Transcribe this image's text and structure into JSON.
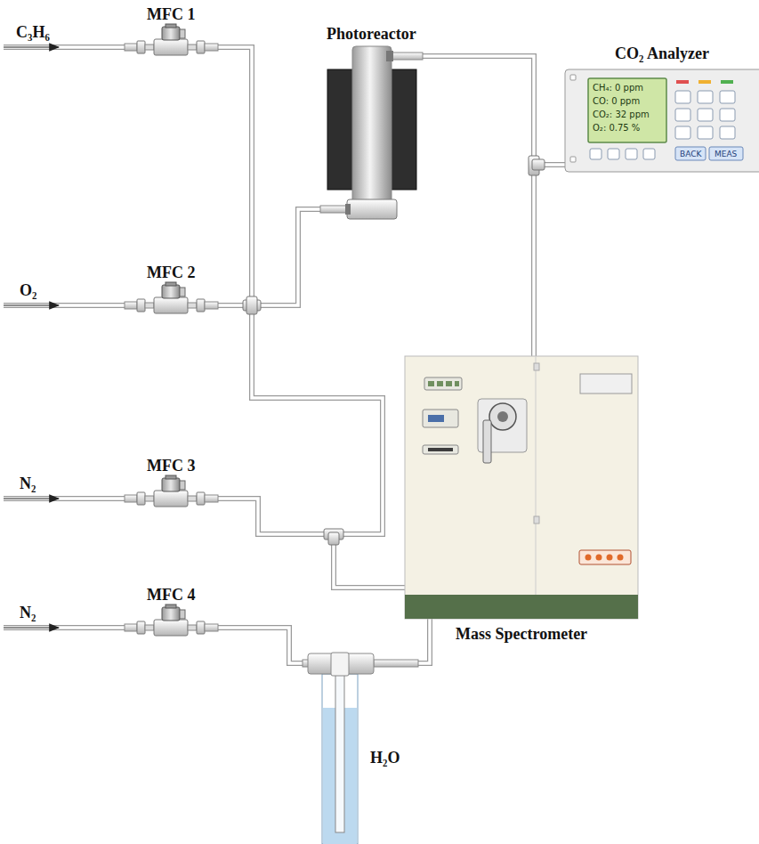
{
  "diagram": {
    "nodes": [
      {
        "text": [
          "MFC 1"
        ]
      },
      {
        "text": [
          "Photoreactor"
        ]
      },
      {
        "text": [
          "CO₂ Analyzer"
        ]
      },
      {
        "text": [
          "MFC 2"
        ]
      },
      {
        "text": [
          "Mass Spectrometer"
        ]
      },
      {
        "text": [
          "MFC 3"
        ]
      },
      {
        "text": [
          "MFC 4"
        ]
      },
      {
        "text": [
          "H₂O"
        ]
      }
    ],
    "edges": [
      {
        "from": 0,
        "to": 1,
        "arrow": "none"
      },
      {
        "from": 3,
        "to": 1,
        "arrow": "none"
      },
      {
        "from": 5,
        "to": 1,
        "arrow": "none"
      },
      {
        "from": 6,
        "to": 7,
        "arrow": "none"
      },
      {
        "from": 7,
        "to": 1,
        "arrow": "none"
      },
      {
        "from": 1,
        "to": 2,
        "arrow": "none"
      },
      {
        "from": 1,
        "to": 4,
        "arrow": "none"
      }
    ],
    "labels": [
      "C₃H₆",
      "O₂",
      "N₂",
      "N₂",
      "CH₄: 0 ppm",
      "CO: 0 ppm",
      "CO₂: 32 ppm",
      "O₂: 0.75 %",
      "BACK",
      "MEAS"
    ]
  }
}
